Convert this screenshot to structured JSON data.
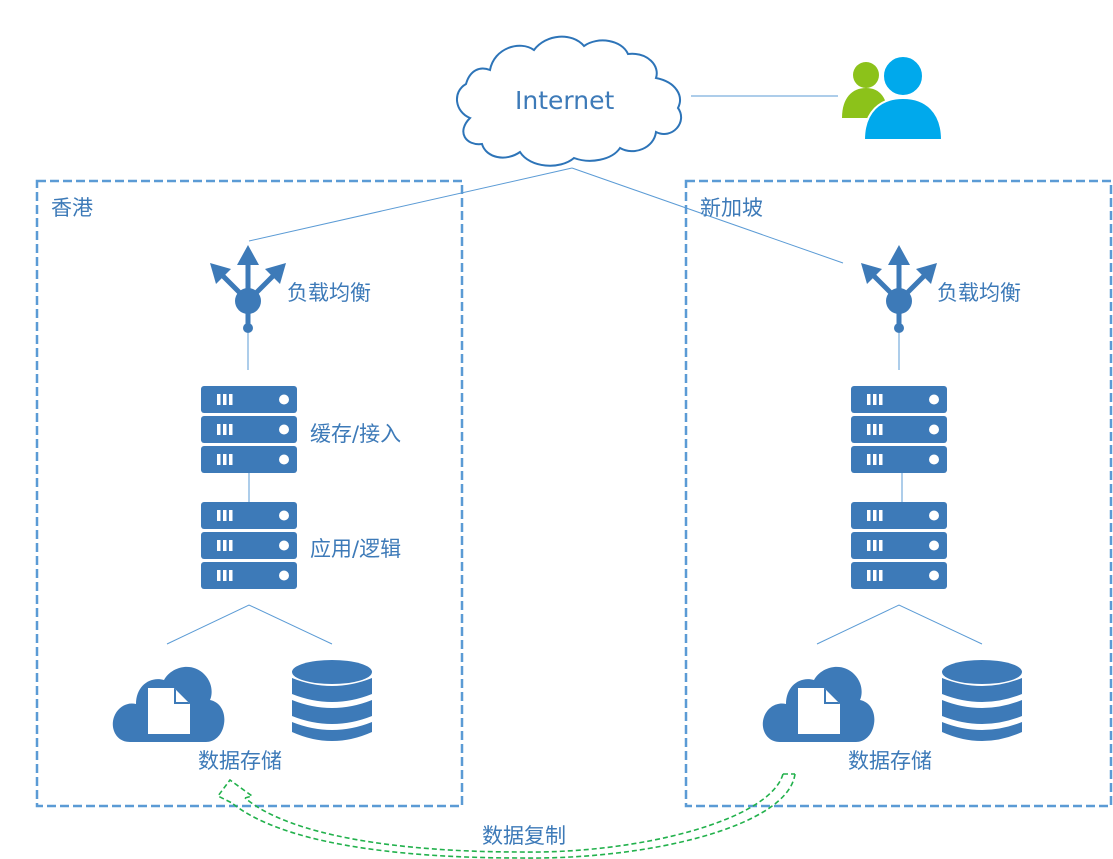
{
  "diagram": {
    "internet": {
      "label": "Internet",
      "icon": "cloud-outline-icon"
    },
    "users": {
      "icon": "users-icon",
      "colors": {
        "front": "#00a9ec",
        "back": "#8cc21a"
      }
    },
    "regions": [
      {
        "name": "香港",
        "load_balancer": {
          "label": "负载均衡",
          "icon": "load-balancer-icon"
        },
        "cache_tier": {
          "label": "缓存/接入",
          "servers": 3,
          "icon": "server-icon"
        },
        "app_tier": {
          "label": "应用/逻辑",
          "servers": 3,
          "icon": "server-icon"
        },
        "storage": {
          "label": "数据存储",
          "icons": [
            "cloud-file-icon",
            "database-icon"
          ]
        }
      },
      {
        "name": "新加坡",
        "load_balancer": {
          "label": "负载均衡",
          "icon": "load-balancer-icon"
        },
        "cache_tier": {
          "label": "",
          "servers": 3,
          "icon": "server-icon"
        },
        "app_tier": {
          "label": "",
          "servers": 3,
          "icon": "server-icon"
        },
        "storage": {
          "label": "数据存储",
          "icons": [
            "cloud-file-icon",
            "database-icon"
          ]
        }
      }
    ],
    "replication": {
      "label": "数据复制",
      "direction": "新加坡 → 香港",
      "color": "#22b14c"
    },
    "colors": {
      "primary": "#3d7ab8",
      "box_border": "#5b9bd5",
      "line": "#5b9bd5"
    }
  }
}
